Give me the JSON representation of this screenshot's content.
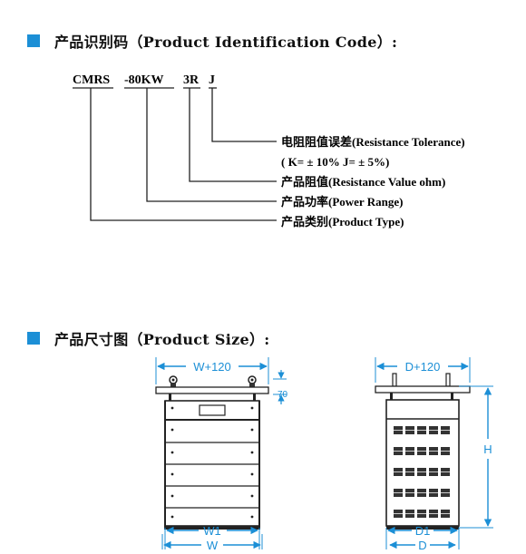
{
  "sections": {
    "identification": {
      "title": "产品识别码（Product Identification Code）:"
    },
    "size": {
      "title": "产品尺寸图（Product Size）:"
    }
  },
  "code": {
    "tokens": [
      "CMRS",
      "-80KW",
      "3R",
      "J"
    ],
    "descriptions": [
      "电阻阻值误差(Resistance Tolerance)",
      "( K= ± 10%  J= ± 5%)",
      "产品阻值(Resistance Value ohm)",
      "产品功率(Power Range)",
      "产品类别(Product Type)"
    ]
  },
  "dimensions": {
    "front_top": "W+120",
    "front_height": "70",
    "front_inner": "W1",
    "front_outer": "W",
    "side_top": "D+120",
    "side_height": "H",
    "side_inner": "D1",
    "side_outer": "D"
  },
  "colors": {
    "accent": "#1c8fd6",
    "text": "#111111",
    "line": "#222222"
  }
}
